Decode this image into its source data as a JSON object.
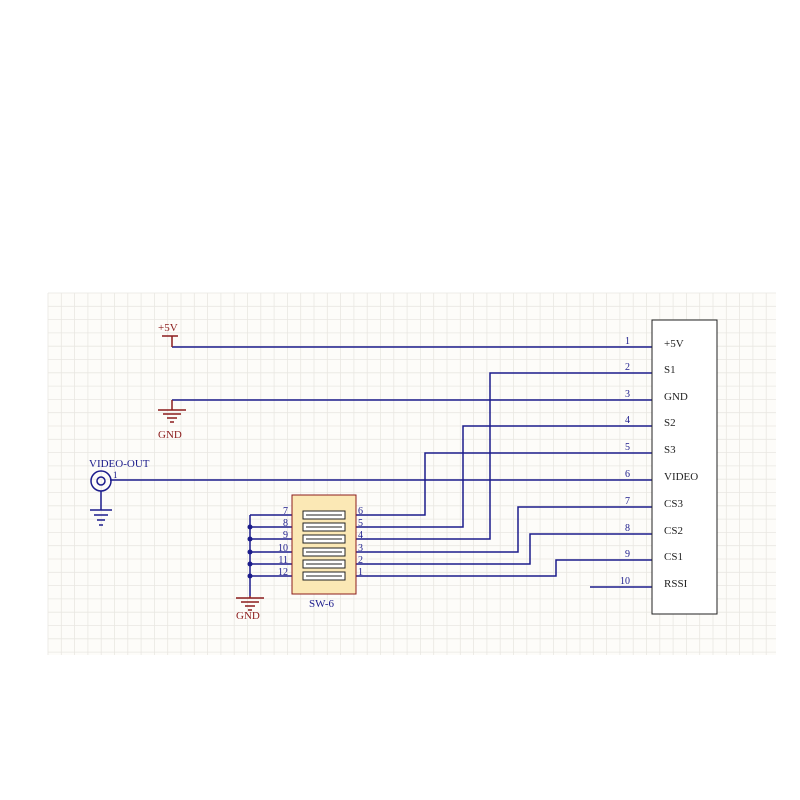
{
  "power": {
    "label": "+5V"
  },
  "ground_labels": {
    "main": "GND",
    "video": "",
    "switch": "GND"
  },
  "video_connector": {
    "label": "VIDEO-OUT"
  },
  "connector": {
    "pins": [
      {
        "num": "1",
        "name": "+5V"
      },
      {
        "num": "2",
        "name": "S1"
      },
      {
        "num": "3",
        "name": "GND"
      },
      {
        "num": "4",
        "name": "S2"
      },
      {
        "num": "5",
        "name": "S3"
      },
      {
        "num": "6",
        "name": "VIDEO"
      },
      {
        "num": "7",
        "name": "CS3"
      },
      {
        "num": "8",
        "name": "CS2"
      },
      {
        "num": "9",
        "name": "CS1"
      },
      {
        "num": "10",
        "name": "RSSI"
      }
    ]
  },
  "dip_switch": {
    "label": "SW-6",
    "left_pins": [
      "7",
      "8",
      "9",
      "10",
      "11",
      "12"
    ],
    "right_pins": [
      "6",
      "5",
      "4",
      "3",
      "2",
      "1"
    ]
  },
  "colors": {
    "wire": "#1c1c8c",
    "power": "#8c1c1c",
    "component": "#8c1c1c",
    "label": "#1c1c8c",
    "grid": "#e9e7e2",
    "background": "#fdfcf9",
    "switch_body": "#fbe8b5"
  }
}
